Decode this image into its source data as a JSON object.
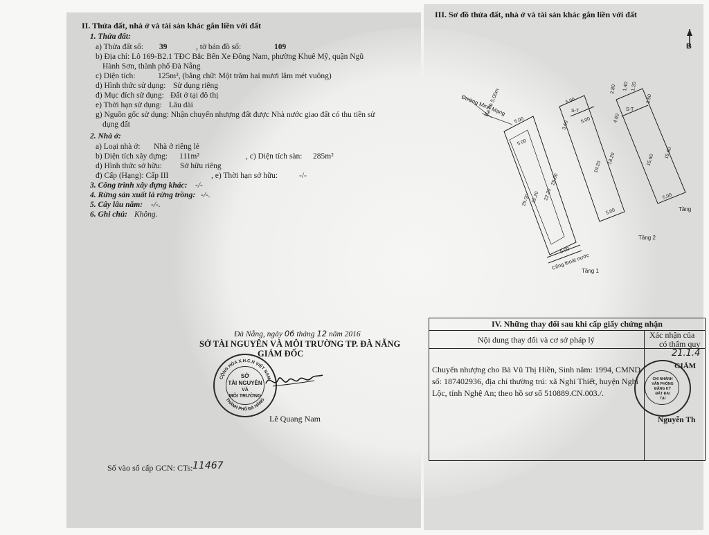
{
  "section2": {
    "title": "II. Thửa đất, nhà ở và tài sản khác gắn liền với đất",
    "land": {
      "heading": "1. Thửa đất:",
      "a_label": "a) Thửa đất số:",
      "a_value": "39",
      "a_map_label": ", tờ bản đồ số:",
      "a_map_value": "109",
      "b_line1": "b) Địa chỉ: Lô 169-B2.1 TĐC Bắc Bến Xe Đông Nam, phường Khuê Mỹ, quận Ngũ",
      "b_line2": "Hành Sơn, thành phố Đà Nẵng",
      "c_label": "c) Diện tích:",
      "c_value": "125m², (bằng chữ: Một trăm hai mươi lăm mét vuông)",
      "d_label": "d) Hình thức sử dụng:",
      "d_value": "Sử dụng riêng",
      "dd_label": "đ) Mục đích sử dụng:",
      "dd_value": "Đất ở tại đô thị",
      "e_label": "e) Thời hạn sử dụng:",
      "e_value": "Lâu dài",
      "g_line1": "g) Nguồn gốc sử dụng: Nhận chuyển nhượng đất được Nhà nước giao đất có thu tiền sử",
      "g_line2": "dụng đất"
    },
    "house": {
      "heading": "2. Nhà ở:",
      "a_label": "a) Loại nhà ở:",
      "a_value": "Nhà ở riêng lẻ",
      "b_label": "b) Diện tích xây dựng:",
      "b_value": "111m²",
      "c_label": ", c) Diện tích sàn:",
      "c_value": "285m²",
      "d_label": "d) Hình thức sở hữu:",
      "d_value": "Sở hữu riêng",
      "e_label": "đ) Cấp (Hạng):  Cấp III",
      "f_label": ", e) Thời hạn sở hữu:",
      "f_value": "-/-"
    },
    "item3": "3. Công trình xây dựng khác:",
    "item3_value": "-/-",
    "item4": "4. Rừng sản xuất là rừng trồng:",
    "item4_value": "-/-.",
    "item5": "5. Cây lâu năm:",
    "item5_value": "-/-.",
    "item6": "6. Ghi chú:",
    "item6_value": "Không."
  },
  "signature": {
    "date_prefix": "Đà Nẵng, ngày",
    "day": "06",
    "month_label": "tháng",
    "month": "12",
    "year_label": "năm 2016",
    "org": "SỞ TÀI NGUYÊN VÀ MÔI TRƯỜNG TP. ĐÀ NẴNG",
    "title": "GIÁM ĐỐC",
    "stamp_center": [
      "SỞ",
      "TÀI NGUYÊN",
      "VÀ",
      "MÔI TRƯỜNG"
    ],
    "stamp_ring_top": "CỘNG HÒA X.H.C.N VIỆT NAM",
    "stamp_ring_bottom": "THÀNH PHỐ ĐÀ NẴNG",
    "signer": "Lê Quang Nam"
  },
  "registry": {
    "label": "Số vào sổ cấp GCN: CTs:",
    "value": "11467"
  },
  "section3": {
    "title": "III. Sơ đồ thửa đất, nhà ở và tài sản khác gắn liền với đất",
    "north": "B",
    "street": "Đường Minh Mạng",
    "sidewalk": "Vỉa hè 5.00m",
    "drain": "Cống thoát nước",
    "floor1": "Tầng 1",
    "floor2": "Tầng 2",
    "floor3": "Tầng",
    "dims": {
      "lot_front": "5.00",
      "lot_side_a": "25.00",
      "lot_side_b": "25.00",
      "inner_front": "5.00",
      "inner_side_a": "22.20",
      "inner_side_b": "22.20",
      "lot_back": "5.00",
      "f2_top": "5.00",
      "f2_left": "3.60",
      "f2_mid": "5.00",
      "f2_side": "19.20",
      "f2_side_b": "18.20",
      "f2_back": "5.00",
      "st": "S-T",
      "f3_a": "2.80",
      "f3_b": "1.40",
      "f3_c": "1.20",
      "f3_d": "3.50",
      "f3_e": "4.60",
      "f3_f": "15.60",
      "f3_g": "15.60",
      "f3_h": "5.00"
    }
  },
  "section4": {
    "title": "IV. Những thay đổi sau khi cấp giấy chứng nhận",
    "col1_header": "Nội dung thay đổi và cơ sở pháp lý",
    "col2_header_line1": "Xác nhận của",
    "col2_header_line2": "có thẩm quy",
    "content_line1": "Chuyển nhượng cho Bà Vũ Thị Hiền, Sinh năm: 1994, CMND",
    "content_line2": "số: 187402936, địa chỉ thường trú: xã Nghi Thiết, huyện Nghi",
    "content_line3": "Lộc, tỉnh Nghệ An; theo hồ sơ số 510889.CN.003./.",
    "date_hand": "21.1.4",
    "title_right": "GIÁM",
    "signer_right": "Nguyễn Th",
    "stamp_text": [
      "CHI NHÁNH",
      "VĂN PHÒNG",
      "ĐĂNG KÝ",
      "ĐẤT ĐAI",
      "TẠI"
    ]
  }
}
